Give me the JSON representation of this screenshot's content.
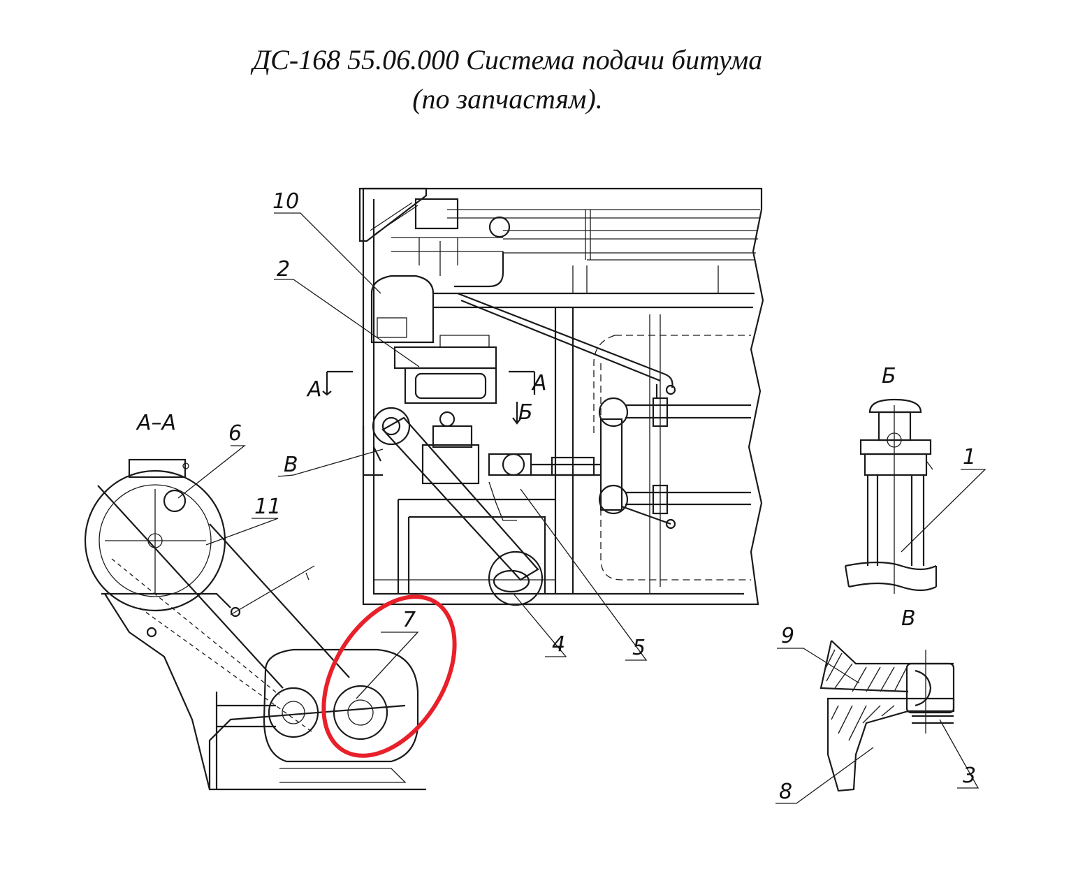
{
  "title_line1": "ДС-168 55.06.000 Система подачи битума",
  "title_line2": "(по запчастям).",
  "highlight_color": "#e8202a",
  "callouts": {
    "c1": "1",
    "c2": "2",
    "c3": "3",
    "c4": "4",
    "c5": "5",
    "c6": "6",
    "c7": "7",
    "c8": "8",
    "c9": "9",
    "c10": "10",
    "c11": "11"
  },
  "views": {
    "section_aa": "А–А",
    "view_b": "Б",
    "view_v": "В",
    "cut_a_left": "А",
    "cut_a_right": "А",
    "arrow_b": "Б",
    "arrow_v": "В"
  }
}
